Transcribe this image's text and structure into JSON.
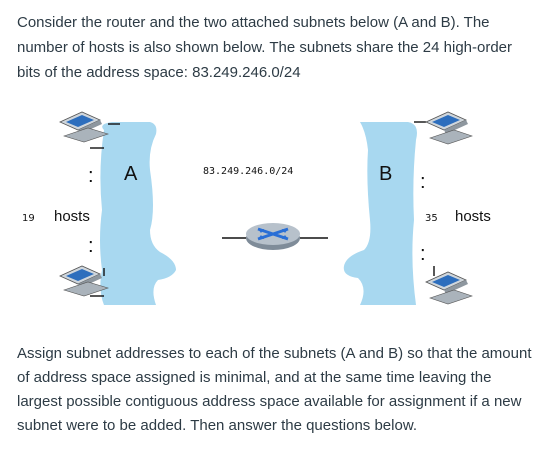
{
  "question": {
    "intro": "Consider the router and the two attached subnets below (A and B). The number of hosts is also shown below. The subnets share the 24 high-order bits of the address space: 83.249.246.0/24",
    "outro": "Assign subnet addresses to each of the subnets (A and B) so that the amount of address space assigned is minimal, and at the same time leaving the largest possible contiguous address space available for assignment if a new subnet were to be added. Then answer the questions below."
  },
  "diagram": {
    "prefix": "83.249.246.0/24",
    "subnet_a": {
      "label": "A",
      "host_count": "19",
      "hosts_word": "hosts"
    },
    "subnet_b": {
      "label": "B",
      "host_count": "35",
      "hosts_word": "hosts"
    },
    "dots": ":",
    "colors": {
      "subnet_fill": "#a8d8f0",
      "router_fill": "#a9b4bf",
      "router_arrows": "#2a6fd6",
      "line": "#111111"
    }
  }
}
